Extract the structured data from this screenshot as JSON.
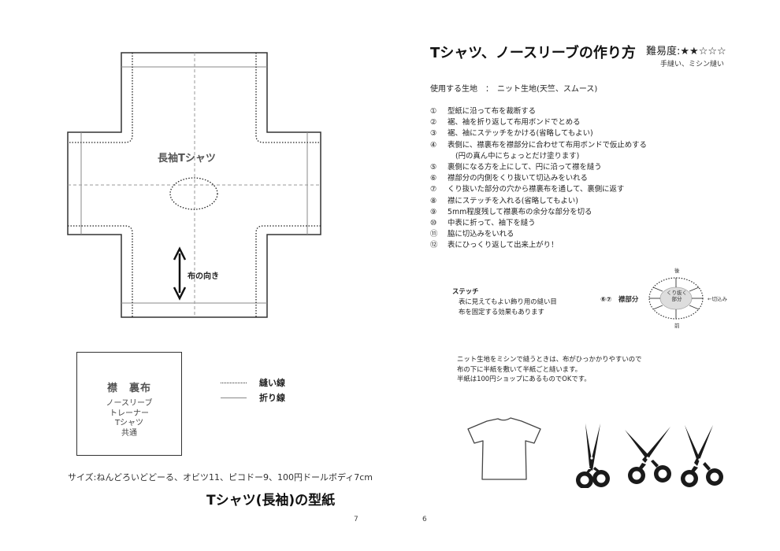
{
  "left_page": {
    "pattern": {
      "label": "長袖Tシャツ",
      "grain_label": "布の向き"
    },
    "collar_lining": {
      "title_part1": "襟",
      "title_part2": "裏布",
      "lines": [
        "ノースリーブ",
        "トレーナー",
        "Tシャツ",
        "共通"
      ]
    },
    "legend": [
      {
        "style": "dotted",
        "label": "縫い線"
      },
      {
        "style": "solid",
        "label": "折り線"
      }
    ],
    "sizes": "サイズ:ねんどろいどどーる、オビツ11、ピコドー9、100円ドールボディ7cm",
    "page_title": "Tシャツ(長袖)の型紙",
    "page_number": "7"
  },
  "right_page": {
    "title": "Tシャツ、ノースリーブの作り方",
    "difficulty": {
      "label": "難易度:",
      "stars_filled": "★★",
      "stars_empty": "☆☆☆"
    },
    "methods": "手縫い、ミシン縫い",
    "fabric": "使用する生地　：　ニット生地(天竺、スムース)",
    "steps": [
      {
        "num": "①",
        "text": "型紙に沿って布を裁断する"
      },
      {
        "num": "②",
        "text": "裾、袖を折り返して布用ボンドでとめる"
      },
      {
        "num": "③",
        "text": "裾、袖にステッチをかける(省略してもよい)"
      },
      {
        "num": "④",
        "text": "表側に、襟裏布を襟部分に合わせて布用ボンドで仮止めする"
      },
      {
        "num": "",
        "text": "(円の真ん中にちょっとだけ塗ります)"
      },
      {
        "num": "⑤",
        "text": "裏側になる方を上にして、円に沿って襟を縫う"
      },
      {
        "num": "⑥",
        "text": "襟部分の内側をくり抜いて切込みをいれる"
      },
      {
        "num": "⑦",
        "text": "くり抜いた部分の穴から襟裏布を通して、裏側に返す"
      },
      {
        "num": "⑧",
        "text": "襟にステッチを入れる(省略してもよい)"
      },
      {
        "num": "⑨",
        "text": "5mm程度残して襟裏布の余分な部分を切る"
      },
      {
        "num": "⑩",
        "text": "中表に折って、袖下を縫う"
      },
      {
        "num": "⑪",
        "text": "脇に切込みをいれる"
      },
      {
        "num": "⑫",
        "text": "表にひっくり返して出来上がり！"
      }
    ],
    "stitch_note": {
      "title": "ステッチ",
      "lines": [
        "表に見えてもよい飾り用の縫い目",
        "布を固定する効果もあります"
      ]
    },
    "collar_diagram": {
      "label": "⑥⑦　襟部分",
      "back": "後",
      "front": "前",
      "center_line1": "くり抜く",
      "center_line2": "部分",
      "cut": "←切込み"
    },
    "sewing_tip": [
      "ニット生地をミシンで縫うときは、布がひっかかりやすいので",
      "布の下に半紙を敷いて半紙ごと縫います。",
      "半紙は100円ショップにあるものでOKです。"
    ],
    "icons": [
      "tshirt-icon",
      "scissors-icon",
      "scissors-icon",
      "scissors-icon"
    ],
    "page_number": "6"
  }
}
